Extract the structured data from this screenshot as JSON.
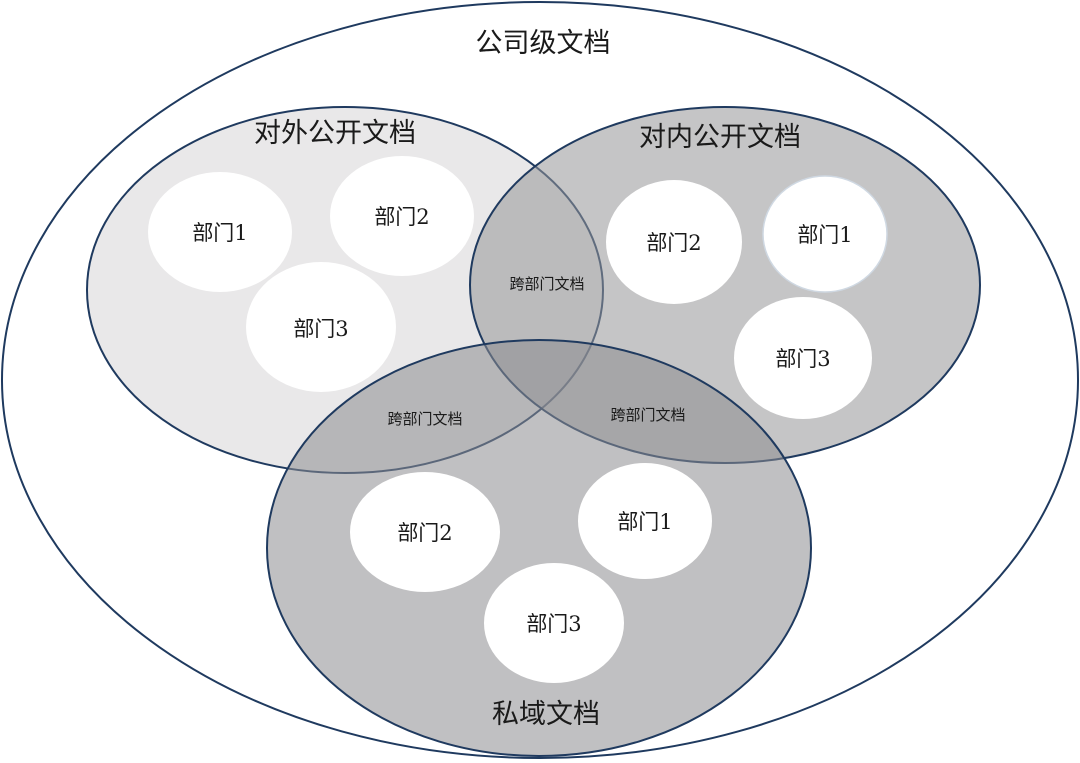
{
  "diagram": {
    "company": {
      "label": "公司级文档"
    },
    "sets": {
      "external": {
        "label": "对外公开文档",
        "departments": [
          "部门1",
          "部门2",
          "部门3"
        ]
      },
      "internal": {
        "label": "对内公开文档",
        "departments": [
          "部门2",
          "部门1",
          "部门3"
        ]
      },
      "private": {
        "label": "私域文档",
        "departments": [
          "部门2",
          "部门1",
          "部门3"
        ]
      }
    },
    "overlaps": {
      "external_internal": "跨部门文档",
      "external_private": "跨部门文档",
      "internal_private": "跨部门文档"
    },
    "colors": {
      "outline": "#1f3a5f",
      "external_fill": "#e9e8e9",
      "internal_fill": "#b9b9bb",
      "private_fill": "#b4b4b6",
      "department_fill": "#ffffff"
    }
  }
}
